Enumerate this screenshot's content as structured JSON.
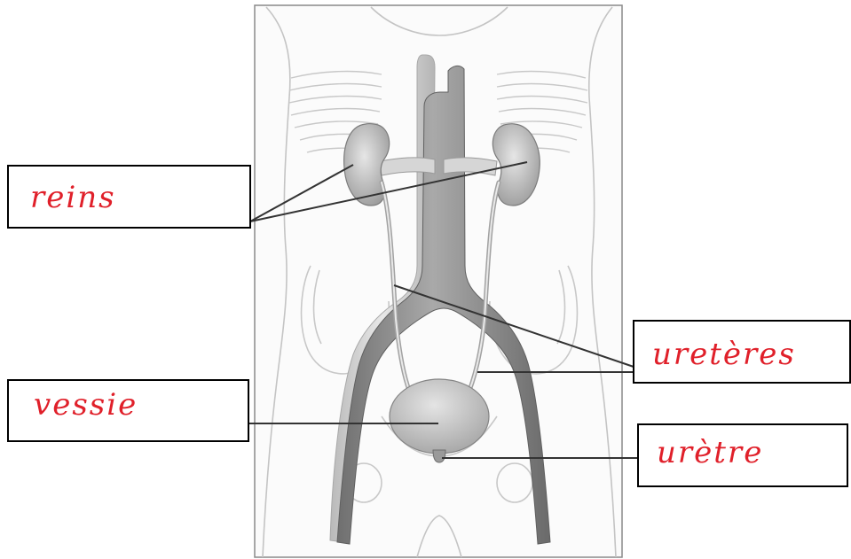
{
  "diagram": {
    "colors": {
      "ink": "#e0202a",
      "outline": "#b8b8b8",
      "organ_fill": "#cfcfcf",
      "organ_dark": "#8e8e8e",
      "leader_line": "#333333",
      "box_border": "#000000"
    },
    "labels": {
      "kidneys": "reins",
      "ureters": "uretères",
      "bladder": "vessie",
      "urethra": "urètre"
    }
  }
}
